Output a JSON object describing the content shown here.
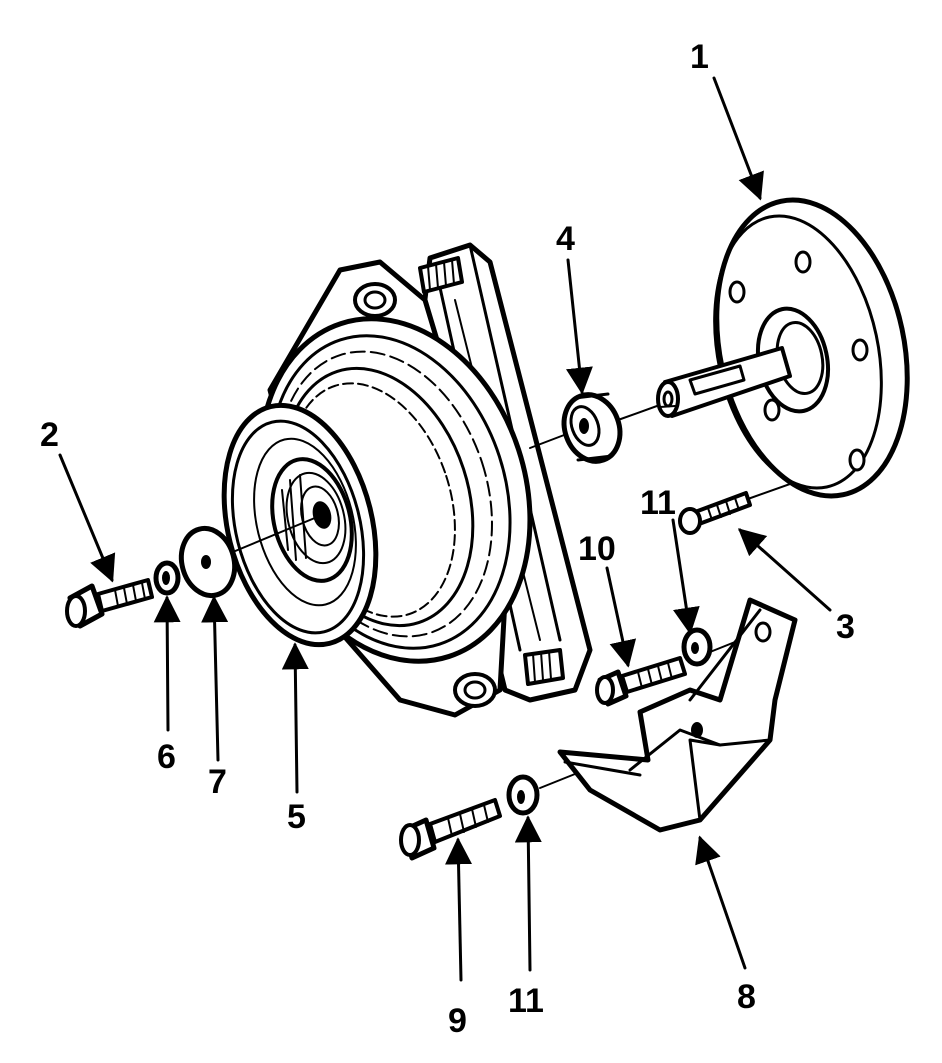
{
  "diagram": {
    "callouts": [
      {
        "id": "c1",
        "text": "1"
      },
      {
        "id": "c2",
        "text": "2"
      },
      {
        "id": "c3",
        "text": "3"
      },
      {
        "id": "c4",
        "text": "4"
      },
      {
        "id": "c5",
        "text": "5"
      },
      {
        "id": "c6",
        "text": "6"
      },
      {
        "id": "c7",
        "text": "7"
      },
      {
        "id": "c8",
        "text": "8"
      },
      {
        "id": "c9",
        "text": "9"
      },
      {
        "id": "c10",
        "text": "10"
      },
      {
        "id": "c11a",
        "text": "11"
      },
      {
        "id": "c11b",
        "text": "11"
      }
    ]
  }
}
